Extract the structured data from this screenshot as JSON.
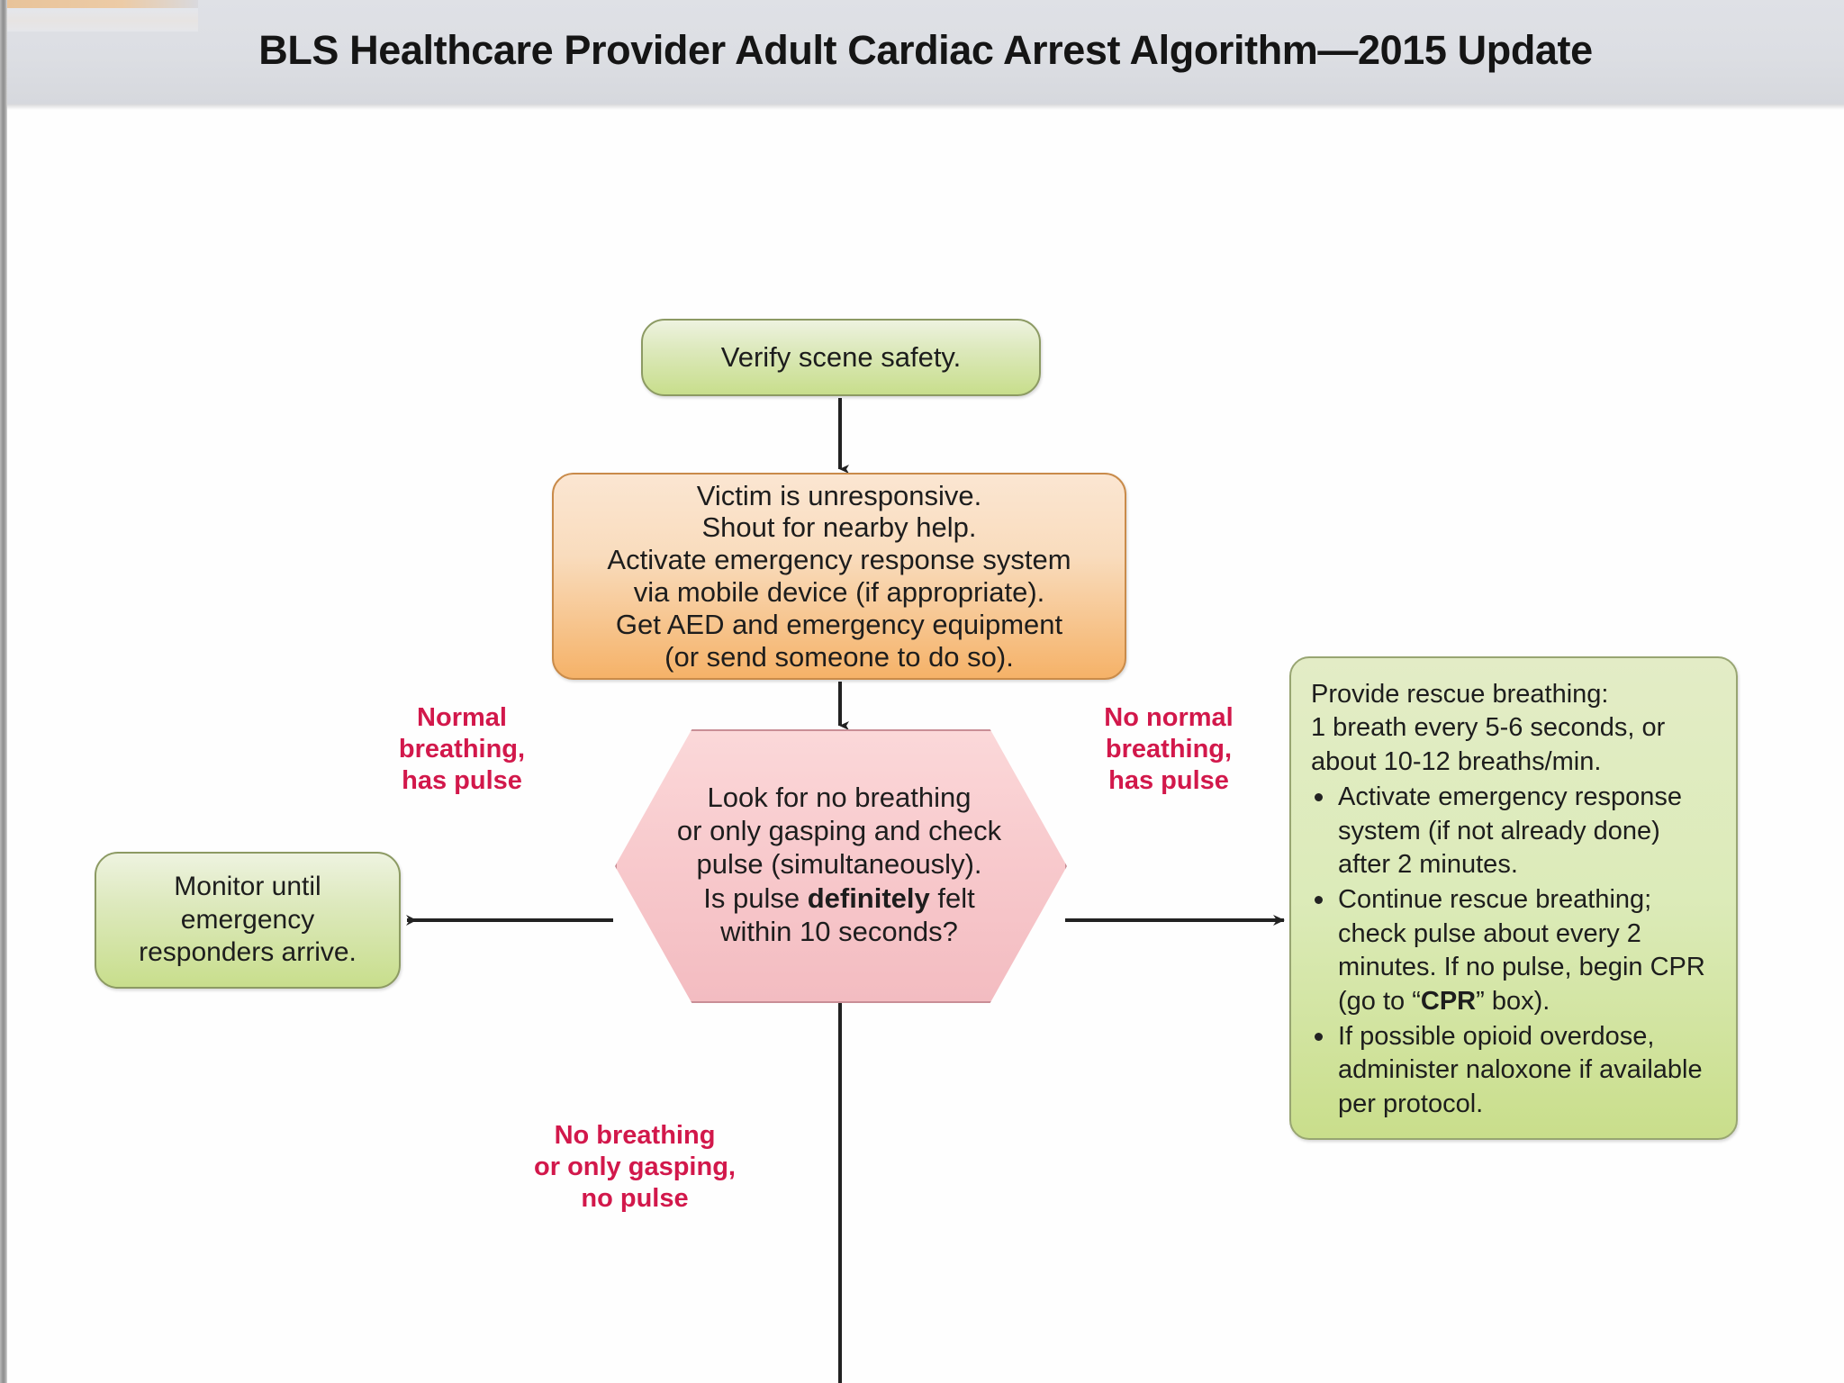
{
  "header": {
    "title": "BLS Healthcare Provider Adult Cardiac Arrest Algorithm—2015 Update"
  },
  "colors": {
    "header_bar": "#dcdee3",
    "green_fill": "#c8de8c",
    "green_border": "#8c9a63",
    "orange_fill": "#f5b268",
    "orange_border": "#c98b4a",
    "pink_fill": "#f8cacd",
    "pink_border": "#c98e96",
    "edge_label_red": "#d2184b",
    "connector": "#222222",
    "page_background": "#ffffff"
  },
  "diagram": {
    "type": "flowchart",
    "nodes": {
      "verify": {
        "shape": "rounded-rectangle",
        "color": "green",
        "text": "Verify scene safety."
      },
      "unresponsive": {
        "shape": "rounded-rectangle",
        "color": "orange",
        "lines": [
          "Victim is unresponsive.",
          "Shout for nearby help.",
          "Activate emergency response system",
          "via mobile device (if appropriate).",
          "Get AED and emergency equipment",
          "(or send someone to do so)."
        ]
      },
      "decision": {
        "shape": "hexagon",
        "color": "pink",
        "lines": [
          "Look for no breathing",
          "or only gasping and check",
          "pulse (simultaneously)."
        ],
        "question_prefix": "Is pulse ",
        "question_emphasis": "definitely",
        "question_suffix": " felt",
        "question_last_line": "within 10 seconds?"
      },
      "monitor": {
        "shape": "rounded-rectangle",
        "color": "green",
        "lines": [
          "Monitor until",
          "emergency",
          "responders arrive."
        ]
      },
      "rescue": {
        "shape": "rounded-rectangle",
        "color": "green",
        "lead_lines": [
          "Provide rescue breathing:",
          "1 breath every 5-6 seconds, or",
          "about 10-12 breaths/min."
        ],
        "bullets": [
          {
            "text_before": "Activate emergency response system (if not already done) after 2 minutes.",
            "emphasis": "",
            "text_after": ""
          },
          {
            "text_before": "Continue rescue breathing; check pulse about every 2 minutes. If no pulse, begin CPR (go to “",
            "emphasis": "CPR",
            "text_after": "” box)."
          },
          {
            "text_before": "If possible opioid overdose, administer naloxone if available per protocol.",
            "emphasis": "",
            "text_after": ""
          }
        ]
      }
    },
    "edge_labels": {
      "left_branch": [
        "Normal",
        "breathing,",
        "has pulse"
      ],
      "right_branch": [
        "No normal",
        "breathing,",
        "has pulse"
      ],
      "down_branch": [
        "No breathing",
        "or only gasping,",
        "no pulse"
      ]
    }
  }
}
